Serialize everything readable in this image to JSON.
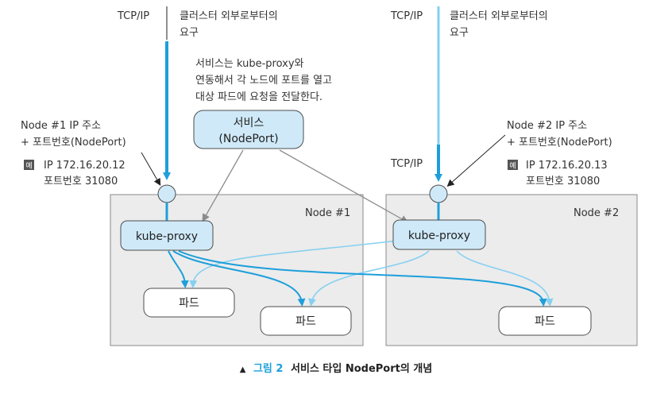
{
  "colors": {
    "node_bg": "#ececec",
    "node_border": "#8a8a8a",
    "proxy_fill": "#cfe9f8",
    "proxy_border": "#4d4d4d",
    "arrow_dark": "#1d9fdb",
    "arrow_light": "#86d0f0",
    "arrow_gray": "#8c8c8c",
    "caption_accent": "#1aa0d8"
  },
  "left_top": {
    "protocol": "TCP/IP",
    "request": [
      "클러스터 외부로부터의",
      "요구"
    ]
  },
  "right_top": {
    "protocol": "TCP/IP",
    "request": [
      "클러스터 외부로부터의",
      "요구"
    ]
  },
  "service_note": [
    "서비스는 kube-proxy와",
    "연동해서 각 노드에 포트를 열고",
    "대상 파드에 요청을 전달한다."
  ],
  "service_box": [
    "서비스",
    "(NodePort)"
  ],
  "node1": {
    "title": "Node #1",
    "info": [
      "Node #1 IP 주소",
      "+ 포트번호(NodePort)"
    ],
    "example_badge": "예",
    "example": [
      "IP 172.16.20.12",
      "포트번호 31080"
    ],
    "proxy": "kube-proxy",
    "pods": [
      "파드",
      "파드"
    ]
  },
  "node2": {
    "title": "Node #2",
    "info": [
      "Node #2 IP 주소",
      "+ 포트번호(NodePort)"
    ],
    "example_badge": "예",
    "example": [
      "IP 172.16.20.13",
      "포트번호 31080"
    ],
    "protocol": "TCP/IP",
    "proxy": "kube-proxy",
    "pods": [
      "파드"
    ]
  },
  "caption": {
    "marker": "▲",
    "figure": "그림 2",
    "text": "서비스 타입 NodePort의 개념"
  }
}
